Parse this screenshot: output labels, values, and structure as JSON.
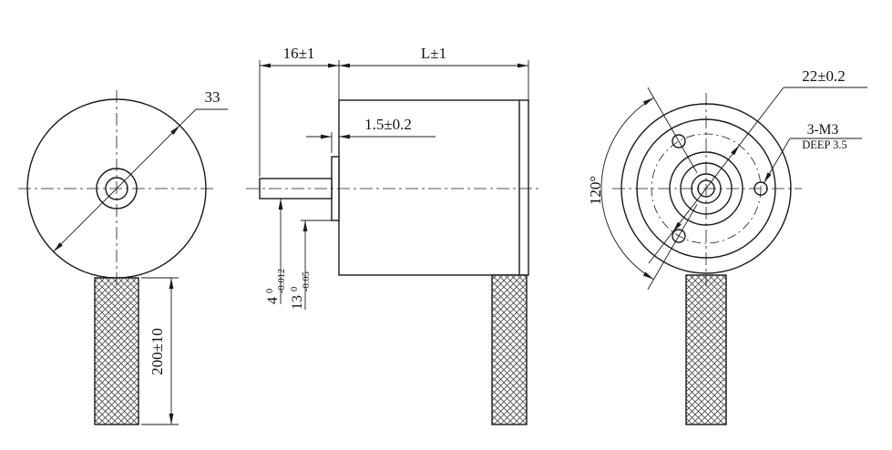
{
  "colors": {
    "line": "#1a1a1a",
    "background": "#ffffff"
  },
  "views": {
    "front": {
      "diameter": "33",
      "cable_length": "200±10"
    },
    "side": {
      "shaft_length": "16±1",
      "body_length": "L±1",
      "boss_length": "1.5±0.2",
      "shaft_dia": {
        "value": "4",
        "tol_upper": "0",
        "tol_lower": "-0.012"
      },
      "boss_dia": {
        "value": "13",
        "tol_upper": "0",
        "tol_lower": "-0.05"
      }
    },
    "rear": {
      "bolt_circle": "22±0.2",
      "screw_spec": "3-M3",
      "screw_depth": "DEEP 3.5",
      "angle": "120°"
    }
  }
}
